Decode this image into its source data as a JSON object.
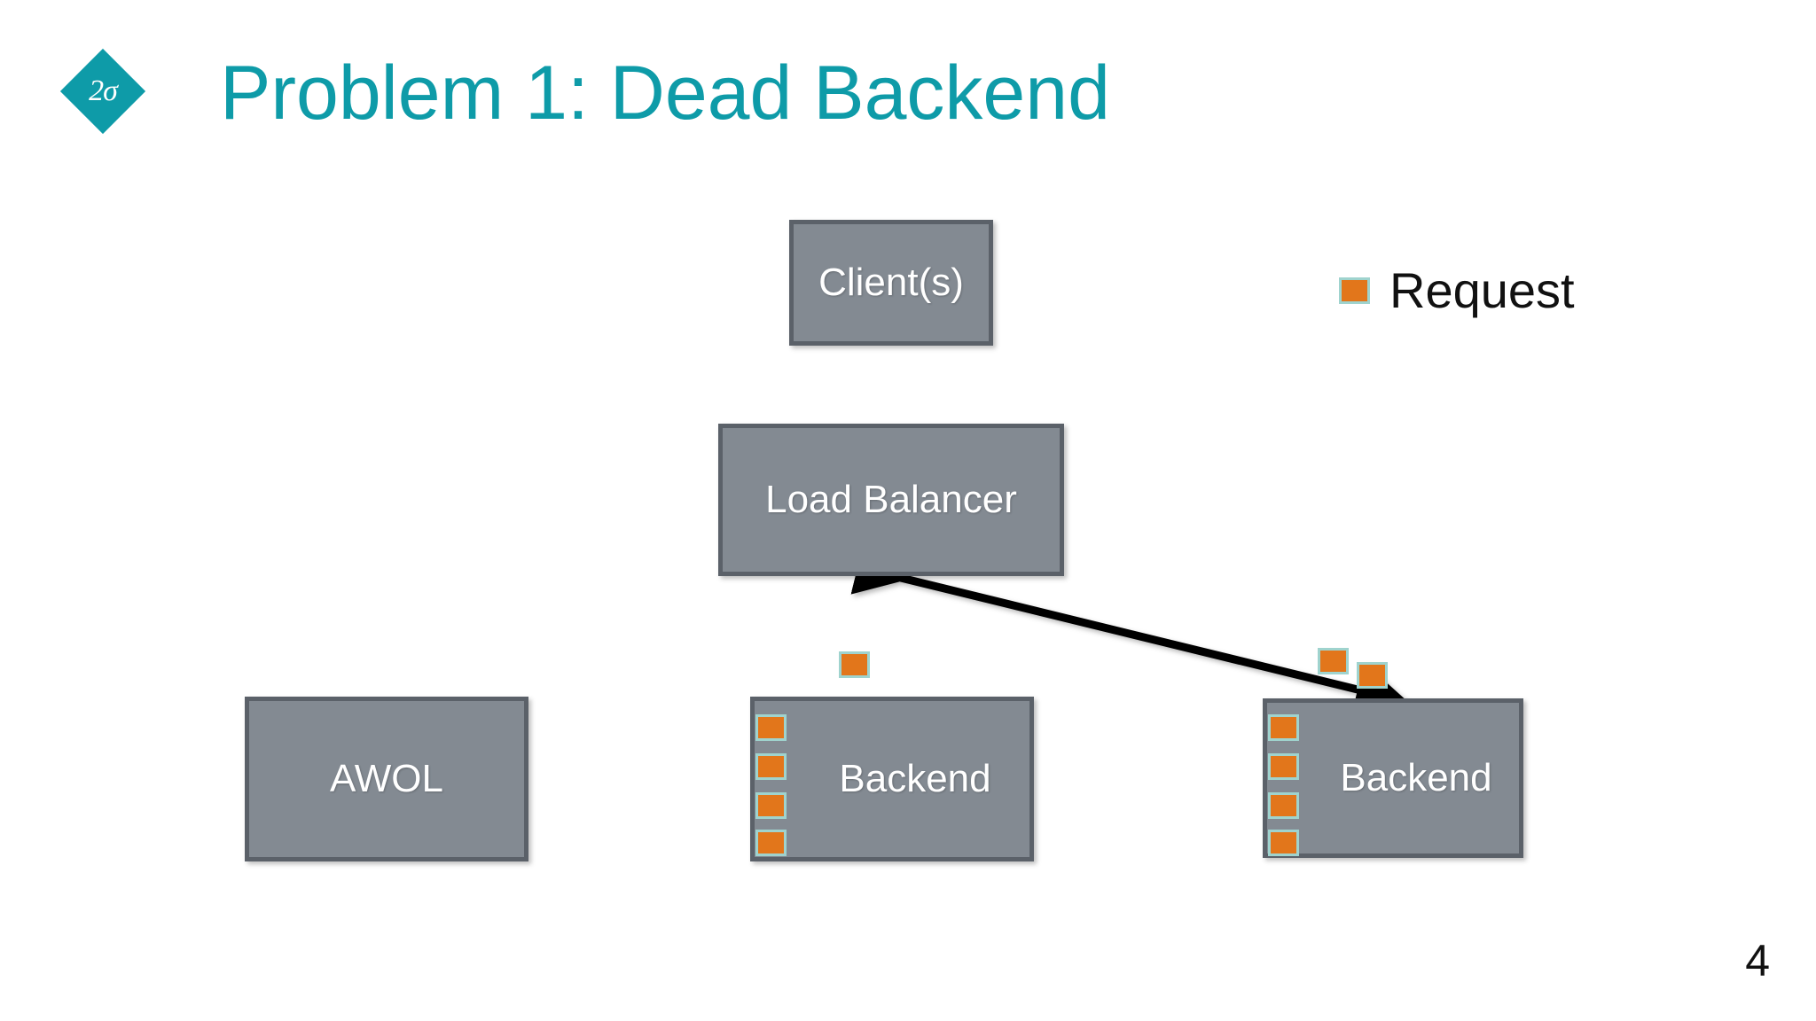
{
  "slide": {
    "title": "Problem 1: Dead Backend",
    "page_number": "4",
    "background_color": "#FFFFFF",
    "title_color": "#0E9BA8"
  },
  "logo": {
    "name": "two-sigma-logo",
    "text": "2σ",
    "shape": "diamond",
    "fill_color": "#0E9BA8",
    "text_color": "#FFFFFF"
  },
  "legend": {
    "swatch_color": "#E2761B",
    "swatch_border_color": "#9FD3CE",
    "label": "Request"
  },
  "diagram": {
    "node_fill_color": "#838A92",
    "node_border_color": "#5B6169",
    "node_text_color": "#FFFFFF",
    "arrow_color": "#000000",
    "nodes": [
      {
        "id": "clients",
        "label": "Client(s)",
        "requests_inside": 0,
        "requests_above": 0
      },
      {
        "id": "lb",
        "label": "Load Balancer",
        "requests_inside": 0,
        "requests_above": 0
      },
      {
        "id": "awol",
        "label": "AWOL",
        "requests_inside": 0,
        "requests_above": 0
      },
      {
        "id": "backend-1",
        "label": "Backend",
        "requests_inside": 4,
        "requests_above": 1
      },
      {
        "id": "backend-2",
        "label": "Backend",
        "requests_inside": 4,
        "requests_above": 2
      }
    ],
    "arrows": [
      {
        "id": "clients-lb",
        "from": "clients",
        "to": "lb",
        "style": "double-headed",
        "orientation": "vertical"
      },
      {
        "id": "lb-backend-1",
        "from": "lb",
        "to": "backend-1",
        "style": "double-headed",
        "orientation": "vertical"
      },
      {
        "id": "lb-backend-2",
        "from": "lb",
        "to": "backend-2",
        "style": "double-headed",
        "orientation": "diagonal"
      }
    ]
  }
}
